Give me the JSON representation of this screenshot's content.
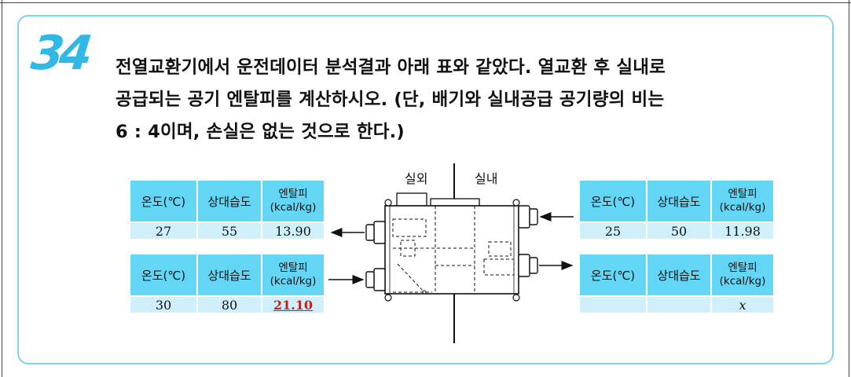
{
  "question": {
    "number": "34",
    "lines": [
      "전열교환기에서 운전데이터 분석결과 아래 표와 같았다. 열교환 후 실내로",
      "공급되는 공기 엔탈피를 계산하시오. (단, 배기와 실내공급 공기량의 비는",
      "6 : 4이며, 손실은 없는 것으로 한다.)"
    ]
  },
  "labels": {
    "outdoor": "실외",
    "indoor": "실내"
  },
  "headers": {
    "temp": "온도(℃)",
    "humidity": "상대습도",
    "enthalpy_1": "엔탈피",
    "enthalpy_2": "(kcal/kg)"
  },
  "tables": {
    "left_top": {
      "temp": "27",
      "humidity": "55",
      "enthalpy": "13.90"
    },
    "left_bottom": {
      "temp": "30",
      "humidity": "80",
      "enthalpy": "21.10"
    },
    "right_top": {
      "temp": "25",
      "humidity": "50",
      "enthalpy": "11.98"
    },
    "right_bottom": {
      "temp": "",
      "humidity": "",
      "enthalpy": "x"
    }
  },
  "colors": {
    "accent": "#31b8e6",
    "header_cell": "#63d6f6",
    "value_cell": "#cfeffb",
    "highlight": "#c81e1e"
  }
}
